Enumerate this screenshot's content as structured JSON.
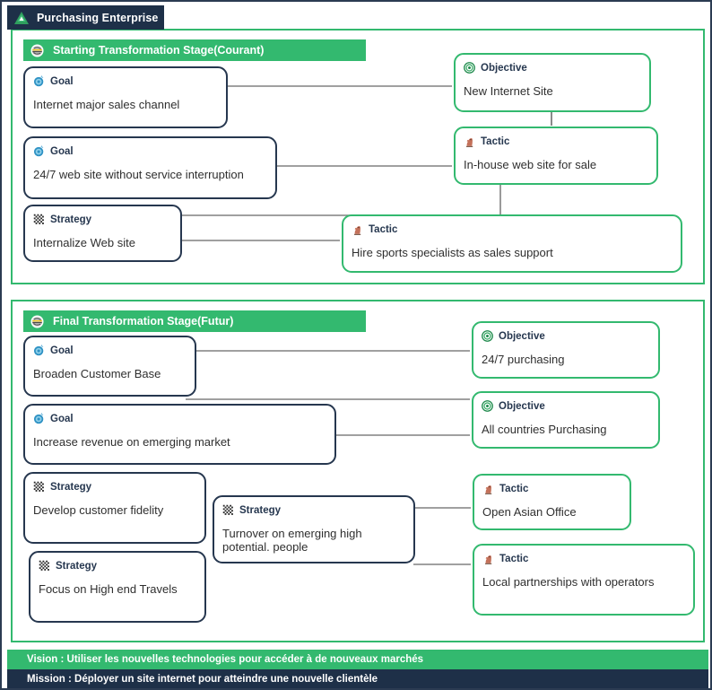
{
  "titlebar": {
    "icon": "triangle-icon",
    "title": "Purchasing Enterprise"
  },
  "colors": {
    "green": "#33b96f",
    "navy": "#1e3048",
    "card_dark_border": "#26374f",
    "line": "#808080",
    "text": "#2f2f2f"
  },
  "stages": [
    {
      "id": "stage-starting",
      "icon": "stage-icon",
      "title": "Starting Transformation Stage(Courant)",
      "nodes": [
        {
          "kind": "Goal",
          "icon": "goal-icon",
          "text": "Internet major sales channel"
        },
        {
          "kind": "Goal",
          "icon": "goal-icon",
          "text": "24/7 web site without service interruption"
        },
        {
          "kind": "Strategy",
          "icon": "strategy-icon",
          "text": "Internalize Web site"
        },
        {
          "kind": "Objective",
          "icon": "objective-icon",
          "text": "New Internet Site"
        },
        {
          "kind": "Tactic",
          "icon": "tactic-icon",
          "text": "In-house web site for sale"
        },
        {
          "kind": "Tactic",
          "icon": "tactic-icon",
          "text": "Hire sports specialists as sales support"
        }
      ]
    },
    {
      "id": "stage-final",
      "icon": "stage-icon",
      "title": "Final Transformation Stage(Futur)",
      "nodes": [
        {
          "kind": "Goal",
          "icon": "goal-icon",
          "text": "Broaden Customer Base"
        },
        {
          "kind": "Goal",
          "icon": "goal-icon",
          "text": "Increase revenue on emerging market"
        },
        {
          "kind": "Strategy",
          "icon": "strategy-icon",
          "text": "Develop customer fidelity"
        },
        {
          "kind": "Strategy",
          "icon": "strategy-icon",
          "text": "Turnover on emerging high potential. people"
        },
        {
          "kind": "Strategy",
          "icon": "strategy-icon",
          "text": "Focus on High end Travels"
        },
        {
          "kind": "Objective",
          "icon": "objective-icon",
          "text": "24/7 purchasing"
        },
        {
          "kind": "Objective",
          "icon": "objective-icon",
          "text": "All countries Purchasing"
        },
        {
          "kind": "Tactic",
          "icon": "tactic-icon",
          "text": "Open Asian Office"
        },
        {
          "kind": "Tactic",
          "icon": "tactic-icon",
          "text": "Local partnerships with operators"
        }
      ]
    }
  ],
  "footer": {
    "vision": "Vision :  Utiliser les nouvelles technologies pour accéder à de nouveaux marchés",
    "mission": "Mission :  Déployer un site internet pour atteindre une nouvelle clientèle"
  }
}
